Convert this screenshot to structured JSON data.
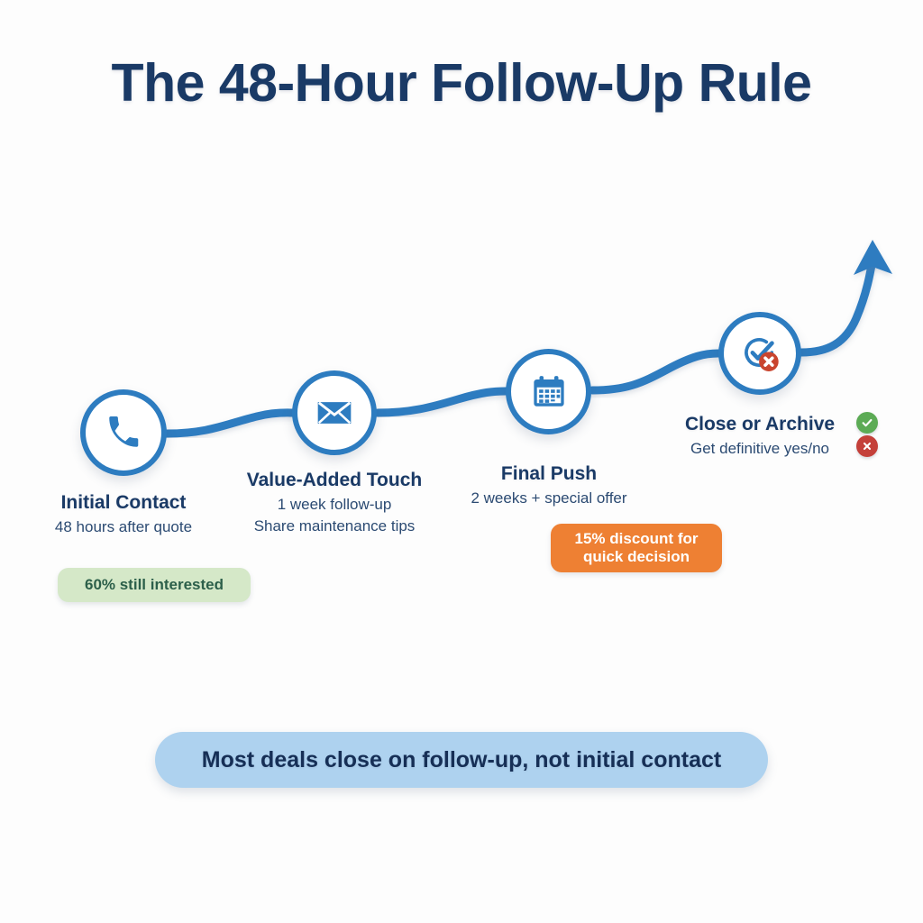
{
  "title": "The 48-Hour Follow-Up Rule",
  "colors": {
    "background": "#fdfdfd",
    "title_navy": "#1a3a66",
    "accent_blue": "#2d7cc0",
    "badge_green_bg": "#d5e8c8",
    "badge_green_text": "#2c5f4a",
    "badge_orange_bg": "#ee8033",
    "banner_blue_bg": "#aed2ef",
    "marker_green": "#5cab55",
    "marker_red": "#c4403a"
  },
  "flow": {
    "arrow_direction": "upward-right",
    "steps": [
      {
        "id": "initial-contact",
        "icon": "phone-icon",
        "title": "Initial Contact",
        "lines": [
          "48 hours after quote"
        ],
        "badge": {
          "type": "green",
          "lines": [
            "60% still interested"
          ]
        }
      },
      {
        "id": "value-added-touch",
        "icon": "envelope-icon",
        "title": "Value-Added Touch",
        "lines": [
          "1 week follow-up",
          "Share maintenance tips"
        ],
        "badge": null
      },
      {
        "id": "final-push",
        "icon": "calendar-icon",
        "title": "Final Push",
        "lines": [
          "2 weeks + special offer"
        ],
        "badge": {
          "type": "orange",
          "lines": [
            "15% discount for",
            "quick decision"
          ]
        }
      },
      {
        "id": "close-or-archive",
        "icon": "check-circle-x-icon",
        "title": "Close or Archive",
        "lines": [
          "Get definitive yes/no"
        ],
        "badge": null,
        "markers": [
          "check-mark",
          "cross-mark"
        ]
      }
    ]
  },
  "banner": {
    "text": "Most deals close on follow-up, not initial contact"
  }
}
